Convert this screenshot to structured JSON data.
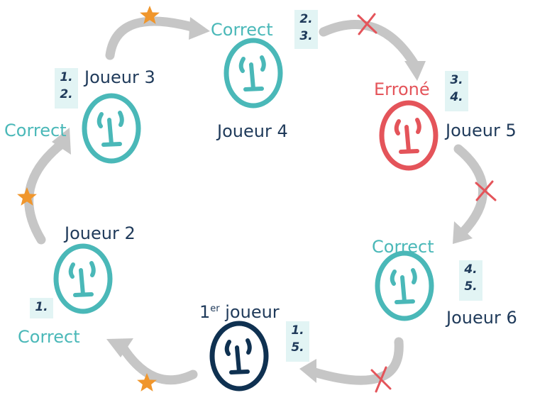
{
  "colors": {
    "teal": "#4ab8b8",
    "red": "#e4545a",
    "navy": "#0f3151",
    "text": "#1f3a5a",
    "arrow": "#c6c6c6",
    "star": "#f0962c",
    "badge_bg": "#e2f4f4"
  },
  "players": {
    "p1": {
      "name_prefix": "1",
      "name_sup": "er",
      "name_rest": " joueur",
      "status": "",
      "items": [
        "1.",
        "5."
      ]
    },
    "p2": {
      "name": "Joueur 2",
      "status": "Correct",
      "items": [
        "1."
      ]
    },
    "p3": {
      "name": "Joueur 3",
      "status": "Correct",
      "items": [
        "1.",
        "2."
      ]
    },
    "p4": {
      "name": "Joueur 4",
      "status": "Correct",
      "items": [
        "2.",
        "3."
      ]
    },
    "p5": {
      "name": "Joueur 5",
      "status": "Erroné",
      "items": [
        "3.",
        "4."
      ]
    },
    "p6": {
      "name": "Joueur 6",
      "status": "Correct",
      "items": [
        "4.",
        "5."
      ]
    }
  },
  "transitions": [
    {
      "from": "1er joueur",
      "to": "Joueur 2",
      "mark": "star-icon"
    },
    {
      "from": "Joueur 2",
      "to": "Joueur 3",
      "mark": "star-icon"
    },
    {
      "from": "Joueur 3",
      "to": "Joueur 4",
      "mark": "star-icon"
    },
    {
      "from": "Joueur 4",
      "to": "Joueur 5",
      "mark": "cross-icon"
    },
    {
      "from": "Joueur 5",
      "to": "Joueur 6",
      "mark": "cross-icon"
    },
    {
      "from": "Joueur 6",
      "to": "1er joueur",
      "mark": "cross-icon"
    }
  ]
}
